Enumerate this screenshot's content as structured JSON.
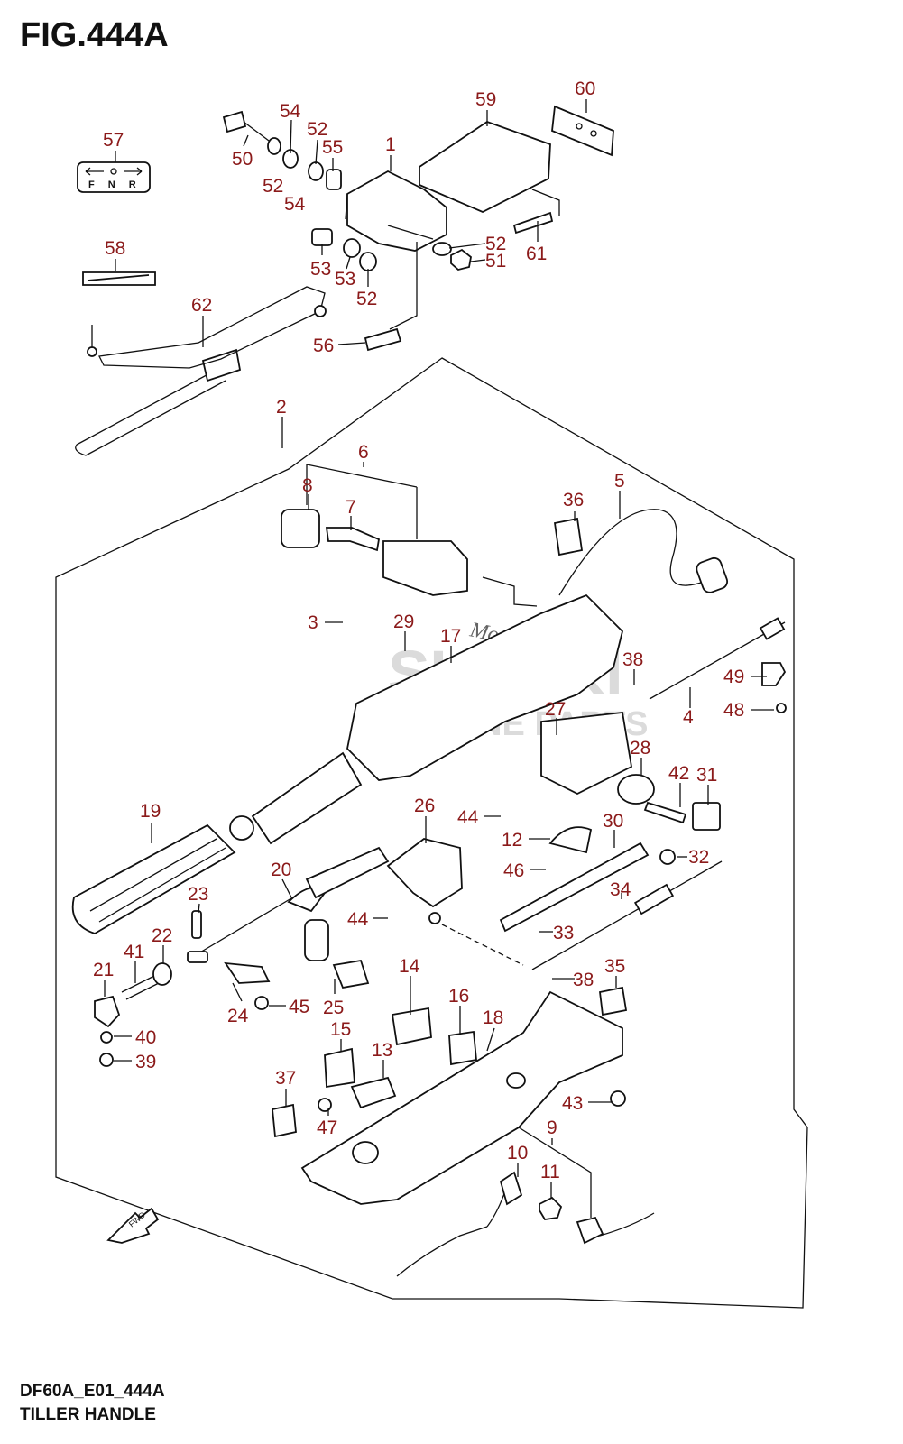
{
  "header": {
    "fig_title": "FIG.444A"
  },
  "footer": {
    "code": "DF60A_E01_444A",
    "subtitle": "TILLER HANDLE"
  },
  "watermark": {
    "line1": "SUZUKI",
    "line2": "MARINE PARTS",
    "script": "Motoground"
  },
  "decals": {
    "shift_letters": "F N R",
    "fwd": "FWD"
  },
  "colors": {
    "callout": "#8b1a1a",
    "line": "#111111",
    "watermark": "#d8d8d8"
  },
  "callouts": [
    {
      "id": "c57",
      "text": "57"
    },
    {
      "id": "c50",
      "text": "50"
    },
    {
      "id": "c54a",
      "text": "54"
    },
    {
      "id": "c52a",
      "text": "52"
    },
    {
      "id": "c55",
      "text": "55"
    },
    {
      "id": "c52b",
      "text": "52"
    },
    {
      "id": "c54b",
      "text": "54"
    },
    {
      "id": "c1",
      "text": "1"
    },
    {
      "id": "c59",
      "text": "59"
    },
    {
      "id": "c60",
      "text": "60"
    },
    {
      "id": "c58",
      "text": "58"
    },
    {
      "id": "c53a",
      "text": "53"
    },
    {
      "id": "c53b",
      "text": "53"
    },
    {
      "id": "c52c",
      "text": "52"
    },
    {
      "id": "c52d",
      "text": "52"
    },
    {
      "id": "c51",
      "text": "51"
    },
    {
      "id": "c61",
      "text": "61"
    },
    {
      "id": "c62",
      "text": "62"
    },
    {
      "id": "c56",
      "text": "56"
    },
    {
      "id": "c2",
      "text": "2"
    },
    {
      "id": "c6",
      "text": "6"
    },
    {
      "id": "c8",
      "text": "8"
    },
    {
      "id": "c7",
      "text": "7"
    },
    {
      "id": "c36",
      "text": "36"
    },
    {
      "id": "c5",
      "text": "5"
    },
    {
      "id": "c3",
      "text": "3"
    },
    {
      "id": "c29",
      "text": "29"
    },
    {
      "id": "c17",
      "text": "17"
    },
    {
      "id": "c38a",
      "text": "38"
    },
    {
      "id": "c49",
      "text": "49"
    },
    {
      "id": "c4",
      "text": "4"
    },
    {
      "id": "c48",
      "text": "48"
    },
    {
      "id": "c27",
      "text": "27"
    },
    {
      "id": "c28",
      "text": "28"
    },
    {
      "id": "c42",
      "text": "42"
    },
    {
      "id": "c31",
      "text": "31"
    },
    {
      "id": "c19",
      "text": "19"
    },
    {
      "id": "c26",
      "text": "26"
    },
    {
      "id": "c44a",
      "text": "44"
    },
    {
      "id": "c30",
      "text": "30"
    },
    {
      "id": "c12",
      "text": "12"
    },
    {
      "id": "c32",
      "text": "32"
    },
    {
      "id": "c20",
      "text": "20"
    },
    {
      "id": "c46",
      "text": "46"
    },
    {
      "id": "c23",
      "text": "23"
    },
    {
      "id": "c34",
      "text": "34"
    },
    {
      "id": "c44b",
      "text": "44"
    },
    {
      "id": "c33",
      "text": "33"
    },
    {
      "id": "c22",
      "text": "22"
    },
    {
      "id": "c41",
      "text": "41"
    },
    {
      "id": "c21",
      "text": "21"
    },
    {
      "id": "c14",
      "text": "14"
    },
    {
      "id": "c38b",
      "text": "38"
    },
    {
      "id": "c35",
      "text": "35"
    },
    {
      "id": "c24",
      "text": "24"
    },
    {
      "id": "c45",
      "text": "45"
    },
    {
      "id": "c25",
      "text": "25"
    },
    {
      "id": "c16",
      "text": "16"
    },
    {
      "id": "c18",
      "text": "18"
    },
    {
      "id": "c40",
      "text": "40"
    },
    {
      "id": "c15",
      "text": "15"
    },
    {
      "id": "c39",
      "text": "39"
    },
    {
      "id": "c13",
      "text": "13"
    },
    {
      "id": "c37",
      "text": "37"
    },
    {
      "id": "c43",
      "text": "43"
    },
    {
      "id": "c47",
      "text": "47"
    },
    {
      "id": "c9",
      "text": "9"
    },
    {
      "id": "c10",
      "text": "10"
    },
    {
      "id": "c11",
      "text": "11"
    }
  ]
}
